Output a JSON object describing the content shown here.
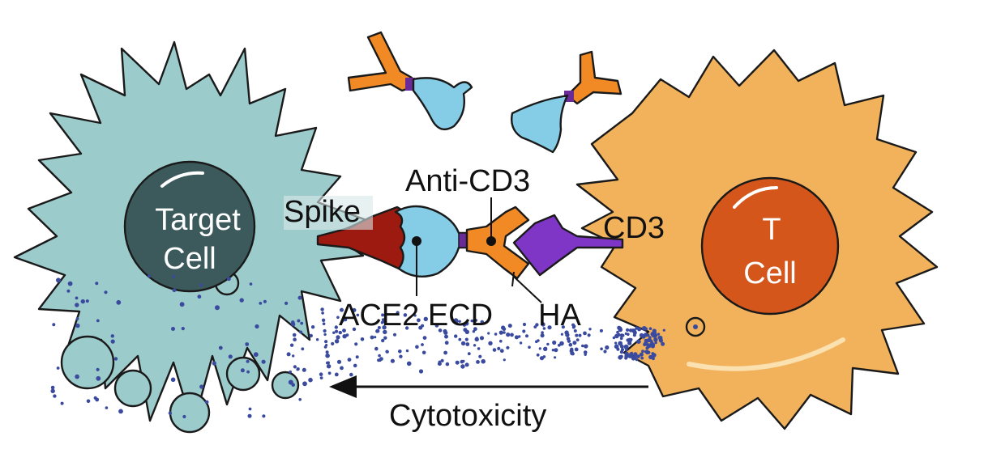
{
  "labels": {
    "target_cell_line1": "Target",
    "target_cell_line2": "Cell",
    "t_cell_line1": "T",
    "t_cell_line2": "Cell",
    "spike": "Spike",
    "anti_cd3": "Anti-CD3",
    "cd3": "CD3",
    "ace2_ecd": "ACE2 ECD",
    "ha": "HA",
    "cytotoxicity": "Cytotoxicity"
  },
  "colors": {
    "target_cell": "#9ccbcc",
    "target_nucleus": "#3c5a5c",
    "t_cell": "#f2b25c",
    "t_nucleus": "#d4561a",
    "ace2": "#85cde6",
    "anti_cd3": "#f18a24",
    "spike": "#9c1a10",
    "cd3": "#7f35c6",
    "granule_dots": "#3a4a9e"
  }
}
